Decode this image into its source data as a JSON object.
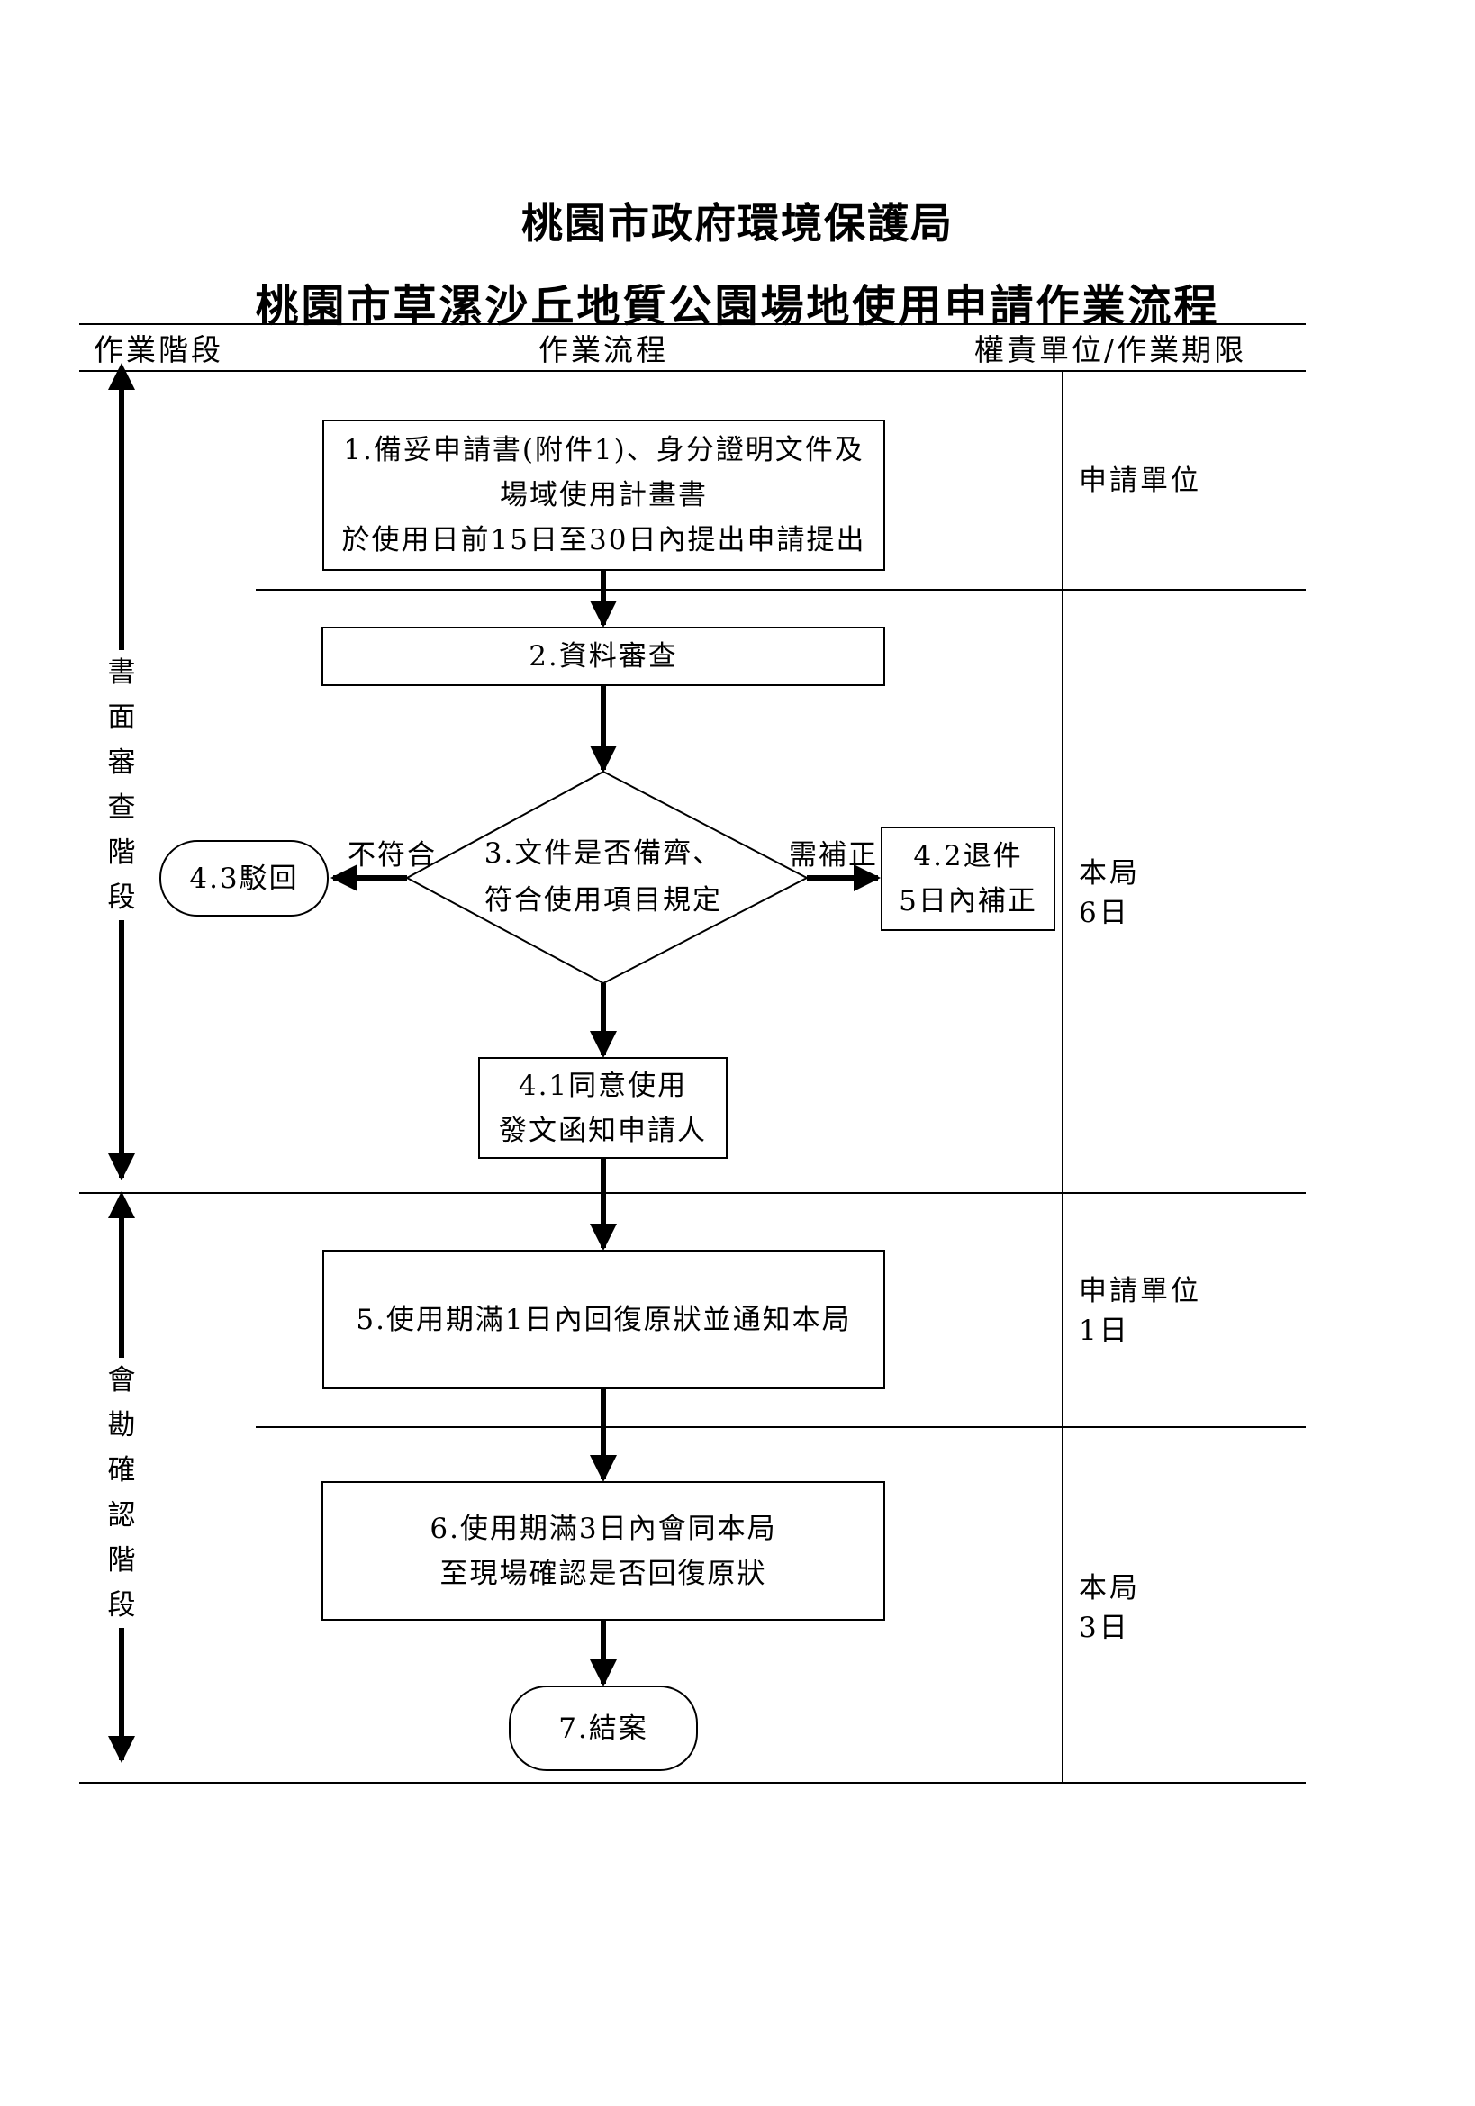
{
  "header": {
    "org": "桃園市政府環境保護局",
    "title": "桃園市草漯沙丘地質公園場地使用申請作業流程"
  },
  "columns": {
    "stage": "作業階段",
    "process": "作業流程",
    "responsibility": "權責單位/作業期限"
  },
  "phases": [
    {
      "label": [
        "書",
        "面",
        "審",
        "查",
        "階",
        "段"
      ]
    },
    {
      "label": [
        "會",
        "勘",
        "確",
        "認",
        "階",
        "段"
      ]
    }
  ],
  "steps": {
    "s1": [
      "1.備妥申請書(附件1)、身分證明文件及",
      "場域使用計畫書",
      "於使用日前15日至30日內提出申請提出"
    ],
    "s2": [
      "2.資料審查"
    ],
    "s3": [
      "3.文件是否備齊、",
      "符合使用項目規定"
    ],
    "s41": [
      "4.1同意使用",
      "發文函知申請人"
    ],
    "s42": [
      "4.2退件",
      "5日內補正"
    ],
    "s43": [
      "4.3駁回"
    ],
    "s5": [
      "5.使用期滿1日內回復原狀並通知本局"
    ],
    "s6": [
      "6.使用期滿3日內會同本局",
      "至現場確認是否回復原狀"
    ],
    "s7": [
      "7.結案"
    ]
  },
  "branches": {
    "reject": "不符合",
    "amend": "需補正"
  },
  "responsibility": {
    "r1": [
      "申請單位"
    ],
    "r2": [
      "本局",
      "6日"
    ],
    "r3": [
      "申請單位",
      "1日"
    ],
    "r4": [
      "本局",
      "3日"
    ]
  }
}
